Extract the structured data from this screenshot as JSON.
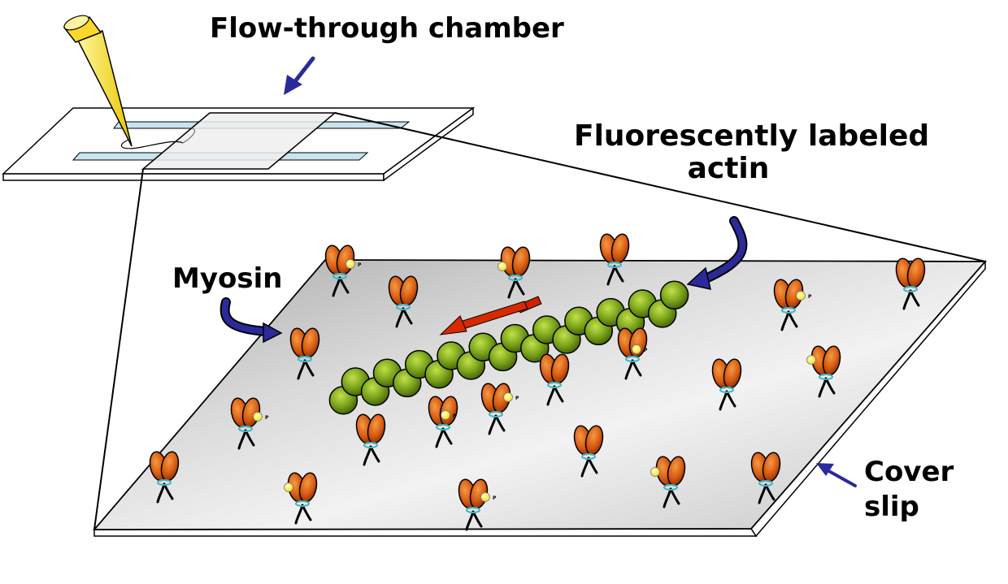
{
  "labels": {
    "chamber": "Flow-through chamber",
    "actin_line1": "Fluorescently labeled",
    "actin_line2": "actin",
    "myosin": "Myosin",
    "coverslip_line1": "Cover",
    "coverslip_line2": "slip",
    "phosphate": "P"
  },
  "colors": {
    "myosin_head": "#d85a10",
    "myosin_head_dark": "#6b2200",
    "actin_bead": "#7aa31a",
    "actin_bead_dark": "#3f5a05",
    "pointer_arrow": "#2a2a9a",
    "motion_arrow": "#cc2200",
    "phosphate_dot": "#ffee33",
    "neck_ring": "#3fb5c8",
    "coverslip_top": "#e8e8e8",
    "pipette_tip": "#ffe84a"
  },
  "icons": {
    "pipette": "pipette-tip-icon",
    "myosin": "myosin-motor-icon",
    "actin": "actin-bead-icon",
    "arrow": "arrow-icon"
  }
}
